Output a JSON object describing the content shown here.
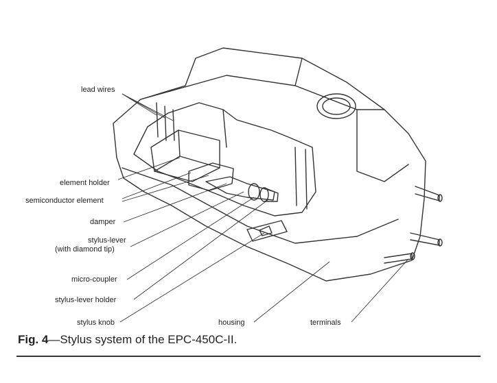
{
  "callouts": {
    "lead_wires": "lead wires",
    "element_holder": "element holder",
    "semiconductor_element": "semiconductor element",
    "damper": "damper",
    "stylus_lever_line1": "stylus-lever",
    "stylus_lever_line2": "(with diamond tip)",
    "micro_coupler": "micro-coupler",
    "stylus_lever_holder": "stylus-lever holder",
    "stylus_knob": "stylus knob",
    "housing": "housing",
    "terminals": "terminals"
  },
  "caption": {
    "figure": "Fig. 4",
    "text": "—Stylus system of the EPC-450C-II."
  }
}
